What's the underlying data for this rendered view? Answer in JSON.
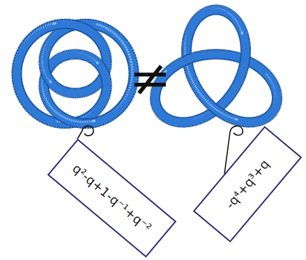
{
  "diagram": {
    "nodes": [
      {
        "text": [
          "q²-q+1-q⁻¹+q⁻²"
        ]
      },
      {
        "text": [
          "-q⁴+q³+q"
        ]
      }
    ],
    "labels": [
      "≠"
    ]
  }
}
